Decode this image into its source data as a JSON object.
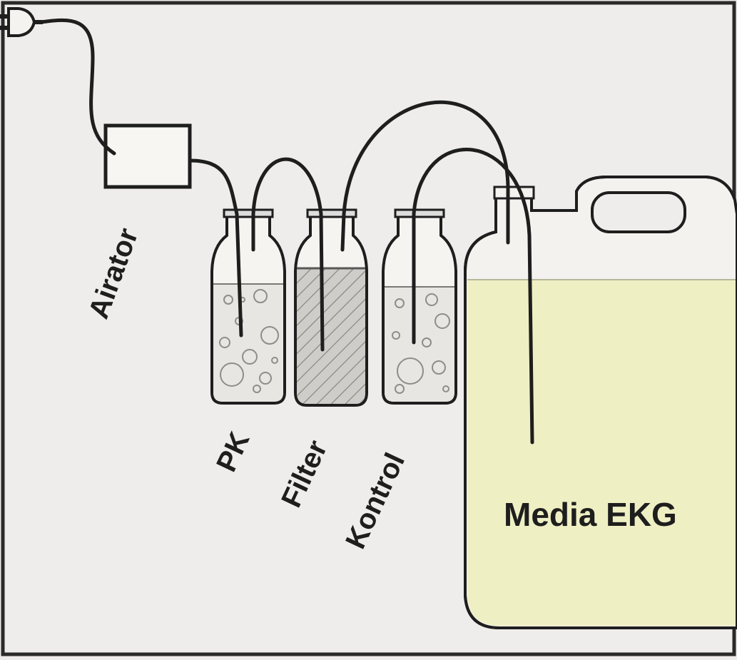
{
  "diagram": {
    "labels": {
      "airator": "Airator",
      "pk": "PK",
      "filter": "Filter",
      "kontrol": "Kontrol",
      "media": "Media EKG"
    },
    "colors": {
      "background": "#efedeb",
      "line": "#1e1e1e",
      "liquid": "#efefc4",
      "glass": "#f3f2ef"
    }
  }
}
